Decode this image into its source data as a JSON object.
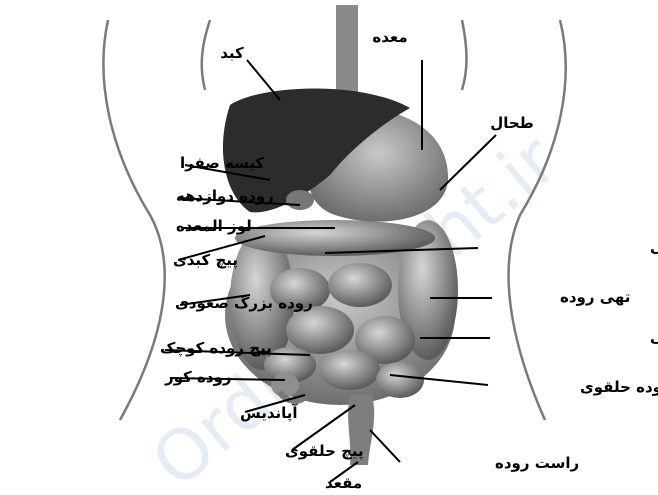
{
  "labels": {
    "liver": "کبد",
    "stomach": "معده",
    "spleen": "طحال",
    "gallbladder": "کیسه صفرا",
    "duodenum": "روده دوازدهه",
    "pancreas": "لوز المعده",
    "hepatic_flexure": "پیچ کبدی",
    "transverse_colon": "روده بزرگ عرضی",
    "ascending_colon": "روده بزرگ صعودی",
    "jejunum": "تهی روده",
    "small_intestine": "پیچ روده کوچک",
    "descending_colon": "روده بزرگ نزولی",
    "cecum": "روده کور",
    "sigmoid_colon": "روده حلقوی",
    "appendix": "آپاندیس",
    "sigmoid_flexure": "پیچ حلقوی",
    "rectum": "راست روده",
    "anus": "مقعد"
  },
  "watermark": "Ordibehesht.ir"
}
